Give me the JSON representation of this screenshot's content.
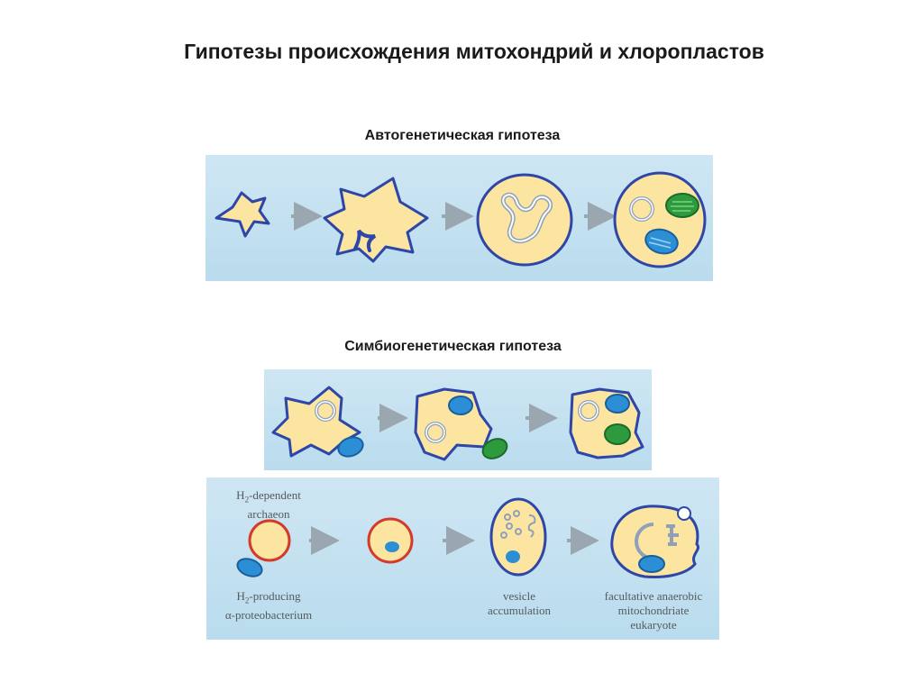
{
  "page": {
    "title": "Гипотезы происхождения митохондрий и хлоропластов"
  },
  "autogenetic": {
    "heading": "Автогенетическая гипотеза"
  },
  "symbiogenetic": {
    "heading": "Симбиогенетическая гипотеза"
  },
  "hydrogen": {
    "archaeon_sym": "H",
    "archaeon_sub": "2",
    "archaeon_rest": "-dependent",
    "archaeon_line2": "archaeon",
    "bacterium_sym": "H",
    "bacterium_sub": "2",
    "bacterium_rest": "-producing",
    "bacterium_line2": "α-proteobacterium",
    "vesicle_line1": "vesicle",
    "vesicle_line2": "accumulation",
    "eukaryote_line1": "facultative anaerobic",
    "eukaryote_line2": "mitochondriate",
    "eukaryote_line3": "eukaryote"
  },
  "colors": {
    "panel_bg": "#c4e1f1",
    "cell_fill": "#fbe5a0",
    "cell_stroke": "#2d46a8",
    "archaeon_stroke": "#d43a2a",
    "mitochondrion": "#2c8fd6",
    "chloroplast": "#2e9a3e",
    "arrow": "#9aa7b1"
  }
}
